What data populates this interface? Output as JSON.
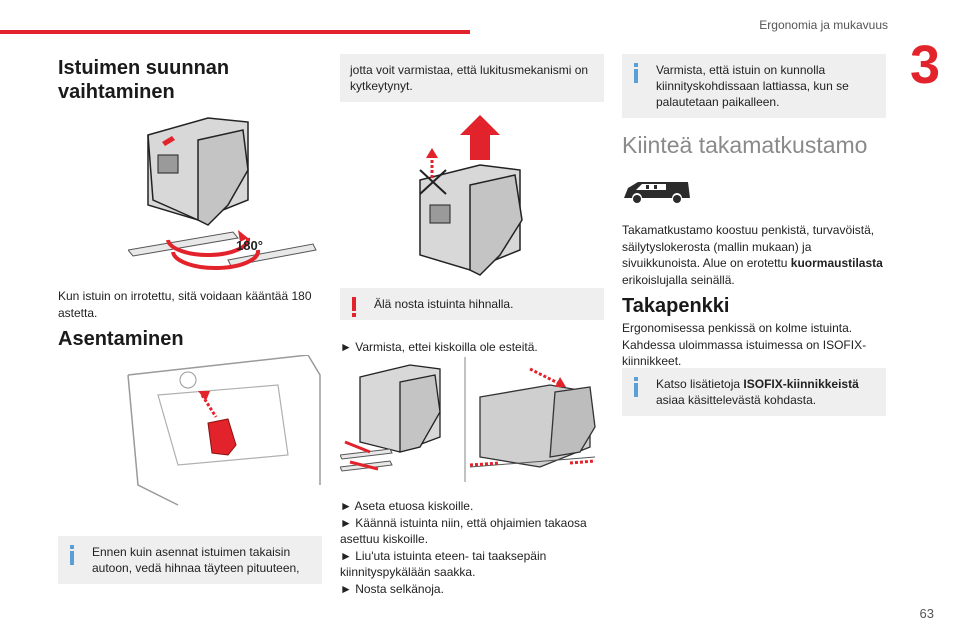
{
  "header": {
    "section_title": "Ergonomia ja mukavuus",
    "chapter_number": "3",
    "accent_color": "#e3232b"
  },
  "col1": {
    "heading1": "Istuimen suunnan vaihtaminen",
    "fig1_label": "180°",
    "para1": "Kun istuin on irrotettu, sitä voidaan kääntää 180 astetta.",
    "heading2": "Asentaminen",
    "note1": "Ennen kuin asennat istuimen takaisin autoon, vedä hihnaa täyteen pituuteen,"
  },
  "col2": {
    "note_cont": "jotta voit varmistaa, että lukitusmekanismi on kytkeytynyt.",
    "warning": "Älä nosta istuinta hihnalla.",
    "step1": "► Varmista, ettei kiskoilla ole esteitä.",
    "steps": [
      "► Aseta etuosa kiskoille.",
      "► Käännä istuinta niin, että ohjaimien takaosa asettuu kiskoille.",
      "► Liu'uta istuinta eteen- tai taaksepäin kiinnityspykälään saakka.",
      "► Nosta selkänoja."
    ]
  },
  "col3": {
    "note2": "Varmista, että istuin on kunnolla kiinnityskohdissaan lattiassa, kun se palautetaan paikalleen.",
    "heading3": "Kiinteä takamatkustamo",
    "para2_a": "Takamatkustamo koostuu penkistä, turvavöistä, säilytyslokerosta (mallin mukaan) ja sivuikkunoista. Alue on erotettu ",
    "para2_b": "kuormaustilasta",
    "para2_c": " erikoislujalla seinällä.",
    "heading4": "Takapenkki",
    "para3": "Ergonomisessa penkissä on kolme istuinta. Kahdessa uloimmassa istuimessa on ISOFIX-kiinnikkeet.",
    "note3_a": "Katso lisätietoja ",
    "note3_b": "ISOFIX-kiinnikkeistä",
    "note3_c": " asiaa käsittelevästä kohdasta."
  },
  "footer": {
    "page_number": "63"
  }
}
